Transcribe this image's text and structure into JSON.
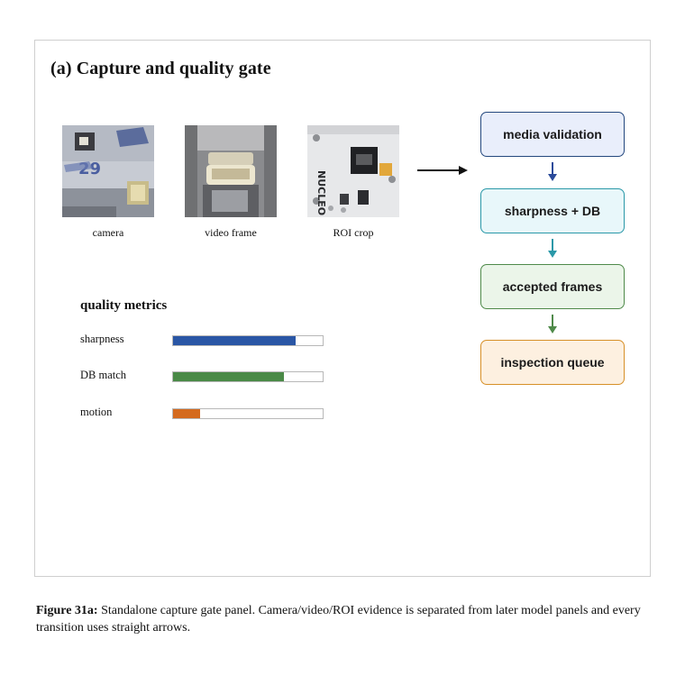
{
  "panel": {
    "title": "(a) Capture and quality gate"
  },
  "thumbnails": [
    {
      "label": "camera"
    },
    {
      "label": "video frame"
    },
    {
      "label": "ROI crop",
      "board_text": "NUCLEO"
    }
  ],
  "metrics": {
    "title": "quality metrics",
    "items": [
      {
        "label": "sharpness",
        "value": 0.82,
        "color": "#2a56a5"
      },
      {
        "label": "DB match",
        "value": 0.74,
        "color": "#4a8a47"
      },
      {
        "label": "motion",
        "value": 0.18,
        "color": "#d46a1e"
      }
    ]
  },
  "flow": {
    "steps": [
      {
        "label": "media validation",
        "fill": "#e9eefb",
        "border": "#24487e"
      },
      {
        "label": "sharpness + DB",
        "fill": "#e8f7fa",
        "border": "#2a98a8"
      },
      {
        "label": "accepted frames",
        "fill": "#ebf5e9",
        "border": "#4f8a4a"
      },
      {
        "label": "inspection queue",
        "fill": "#fdf0e0",
        "border": "#d79028"
      }
    ],
    "arrow_colors": [
      "#2a4a9a",
      "#2a98a8",
      "#4f8a4a"
    ]
  },
  "caption": {
    "label": "Figure 31a:",
    "text": " Standalone capture gate panel. Camera/video/ROI evidence is separated from later model panels and every transition uses straight arrows."
  }
}
